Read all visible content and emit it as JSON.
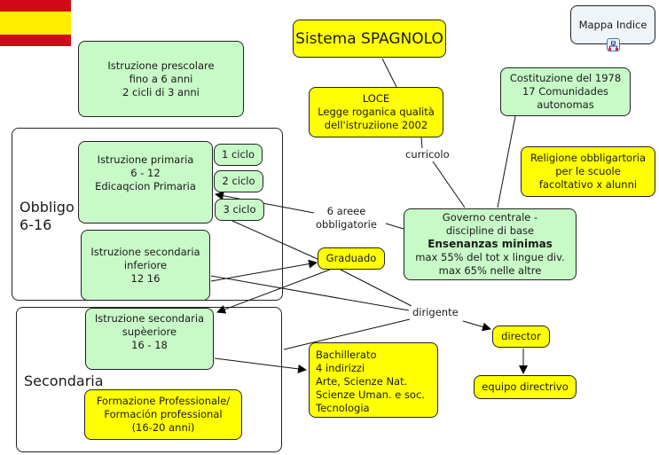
{
  "flag": {
    "name": "spain-flag",
    "colors": {
      "red": "#d20a17",
      "yellow": "#ffee00"
    }
  },
  "colors": {
    "green_node": "#c8fac8",
    "yellow_node": "#ffff00",
    "index_node": "#eef4f8"
  },
  "nodes": {
    "title": "Sistema SPAGNOLO",
    "index": "Mappa Indice",
    "prescolare": "Istruzione prescolare\nfino a 6 anni\n2 cicli di 3 anni",
    "loce": "LOCE\nLegge roganica qualità\ndell'istruziione  2002",
    "costituzione": "Costituzione del 1978\n17 Comunidades\nautonomas",
    "religione": "Religione obbligartoria\nper le scuole\nfacoltativo x alunni",
    "primaria": "Istruzione primaria\n6 - 12\nEdicaqcion Primaria",
    "ciclo1": "1 ciclo",
    "ciclo2": "2 ciclo",
    "ciclo3": "3 ciclo",
    "sec_inferiore": "Istruzione secondaria\ninferiore\n12  16",
    "governo_line1": "Governo centrale -\ndiscipline di base",
    "governo_bold": "Ensenanzas minimas",
    "governo_line2": "max 55% del tot x lingue div.\nmax 65% nelle altre",
    "graduado": "Graduado",
    "sec_superiore": "Istruzione secondaria\nsupèeriore\n16 - 18",
    "bachillerato": "Bachillerato\n4 indirizzi\nArte, Scienze Nat.\nScienze Uman. e soc.\nTecnologia",
    "formazione": "Formazione Professionale/\nFormación professional\n(16-20 anni)",
    "director": "director",
    "equipo": "equipo directrivo"
  },
  "groups": {
    "obbligo": "Obbligo\n6-16",
    "secondaria": "Secondaria"
  },
  "link_labels": {
    "curricolo": "curricolo",
    "aree": "6 areee\nobbligatorie",
    "dirigente": "dirigente"
  },
  "icons": {
    "index_map": "concept-map-icon"
  }
}
